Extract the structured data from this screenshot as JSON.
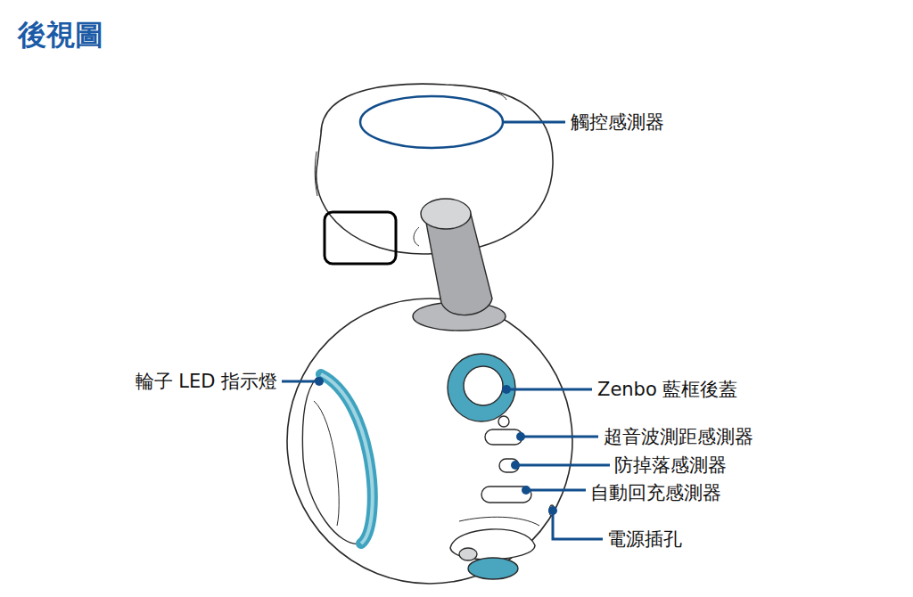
{
  "diagram": {
    "title": "後視圖",
    "labels": [
      "觸控感測器",
      "輪子 LED 指示燈",
      "Zenbo 藍框後蓋",
      "超音波測距感測器",
      "防掉落感測器",
      "自動回充感測器",
      "電源插孔"
    ]
  }
}
